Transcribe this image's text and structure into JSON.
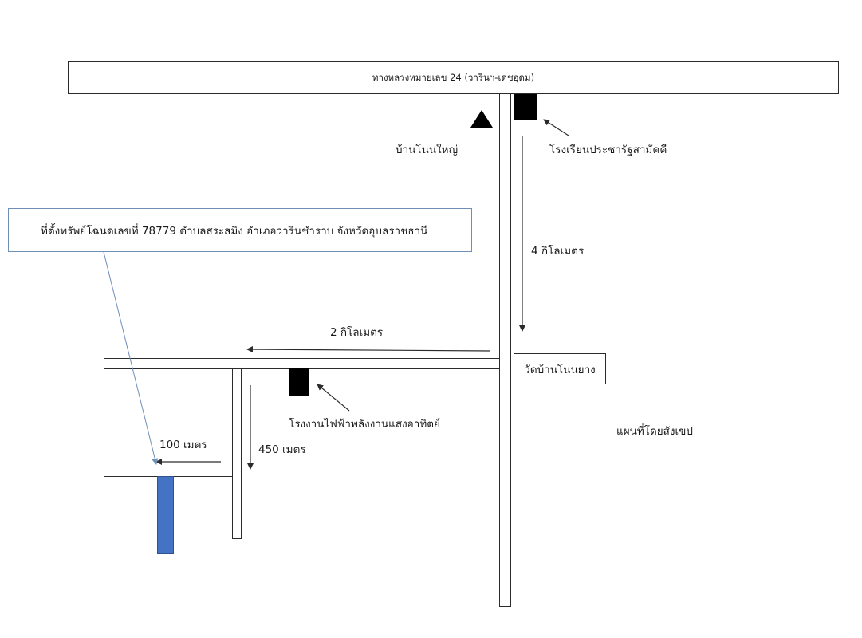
{
  "map": {
    "highway_label": "ทางหลวงหมายเลข 24 (วารินฯ-เดชอุดม)",
    "village_label": "บ้านโนนใหญ่",
    "school_label": "โรงเรียนประชารัฐสามัคคี",
    "distance_4km": "4 กิโลเมตร",
    "distance_2km": "2 กิโลเมตร",
    "temple_label": "วัดบ้านโนนยาง",
    "solar_plant_label": "โรงงานไฟฟ้าพลังงานแสงอาทิตย์",
    "distance_450m": "450 เมตร",
    "distance_100m": "100 เมตร",
    "sketch_note": "แผนที่โดยสังเขป",
    "property_callout": "ที่ตั้งทรัพย์โฉนดเลขที่ 78779 ตำบลสระสมิง อำเภอวารินชำราบ จังหวัดอุบลราชธานี"
  },
  "colors": {
    "property_plot": "#4472c4",
    "callout_border": "#6f8fb8",
    "callout_line": "#6f8fb8",
    "road_outline": "#2b2b2b"
  },
  "icons": {
    "village_marker": "triangle-icon",
    "school_marker": "black-square-icon",
    "solar_marker": "black-square-icon"
  }
}
